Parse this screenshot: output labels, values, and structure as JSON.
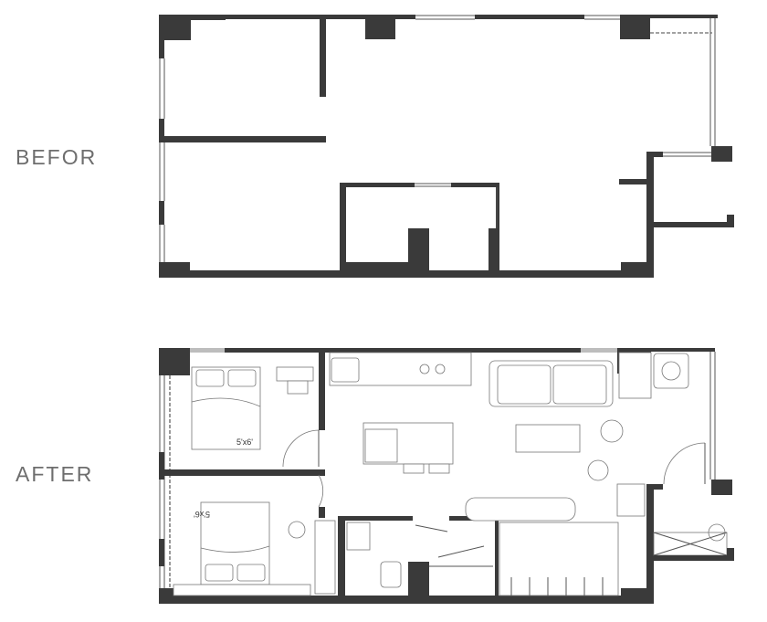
{
  "plans": {
    "before": {
      "label": "BEFOR"
    },
    "after": {
      "label": "AFTER",
      "rug_label_top": "5'x6'",
      "rug_label_bottom": "5'x6'"
    }
  }
}
